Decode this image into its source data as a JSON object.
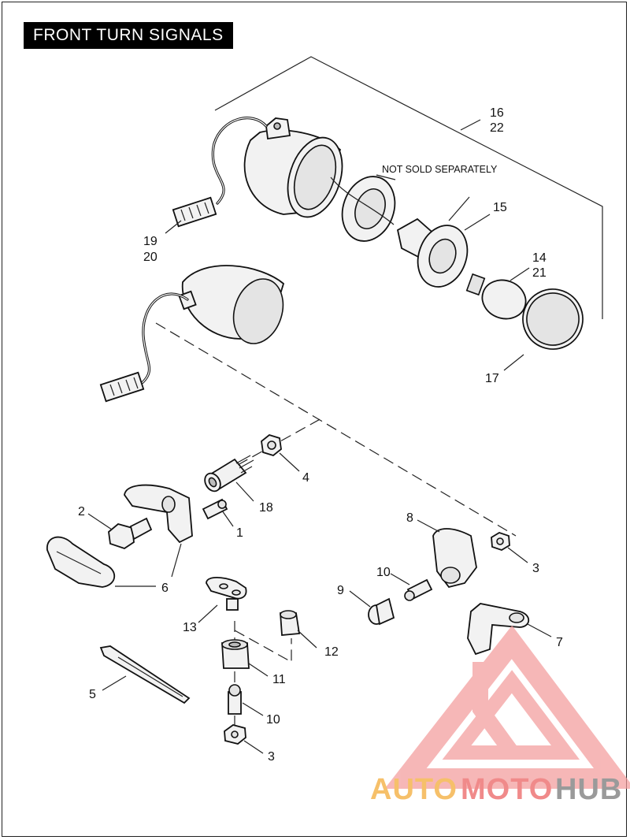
{
  "title": "FRONT TURN SIGNALS",
  "note": "NOT SOLD SEPARATELY",
  "callouts": {
    "c16": "16",
    "c22": "22",
    "c15": "15",
    "c14": "14",
    "c21": "21",
    "c17": "17",
    "c19": "19",
    "c20": "20",
    "c4": "4",
    "c18": "18",
    "c2": "2",
    "c1": "1",
    "c6": "6",
    "c8": "8",
    "c3a": "3",
    "c10a": "10",
    "c9": "9",
    "c7": "7",
    "c13": "13",
    "c12": "12",
    "c11": "11",
    "c5": "5",
    "c10b": "10",
    "c3b": "3"
  },
  "watermark": {
    "word1": "AUTO",
    "word2": "MOTO",
    "word3": "HUB",
    "colors": {
      "auto": "#f6c06a",
      "moto": "#f08a8a",
      "hub": "#9a9a9a",
      "triangle": "#f39a9a"
    }
  }
}
